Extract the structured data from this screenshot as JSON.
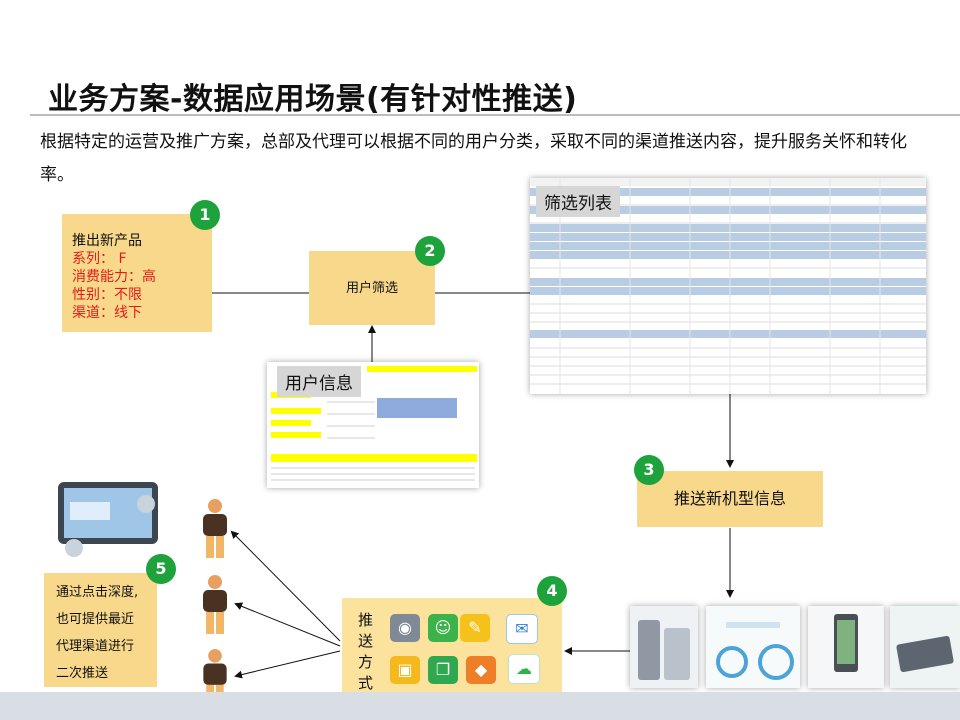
{
  "title": "业务方案-数据应用场景(有针对性推送)",
  "intro": "根据特定的运营及推广方案，总部及代理可以根据不同的用户分类，采取不同的渠道推送内容，提升服务关怀和转化率。",
  "steps": {
    "s1": "1",
    "s2": "2",
    "s3": "3",
    "s4": "4",
    "s5": "5"
  },
  "product": {
    "heading": "推出新产品",
    "lines": [
      "系列：  F",
      "消费能力：高",
      "性别：不限",
      "渠道：线下"
    ]
  },
  "filter": {
    "label": "用户筛选"
  },
  "filter_list": {
    "label": "筛选列表"
  },
  "user_info": {
    "label": "用户信息"
  },
  "push_info": {
    "label": "推送新机型信息"
  },
  "push_method": {
    "label": "推送方式"
  },
  "note": {
    "lines": [
      "通过点击深度,",
      "也可提供最近",
      "代理渠道进行",
      "二次推送"
    ]
  },
  "colors": {
    "step_badge": "#1ea23b",
    "box_fill": "#f8d88a",
    "highlight_text": "#e31b1b",
    "table_highlight": "#b8cce4",
    "sheet_yellow": "#ffff00"
  },
  "icons": [
    "gamepad-icon",
    "people-app-icon",
    "paint-icon",
    "mail-icon",
    "box-app-icon",
    "clip-app-icon",
    "orange-app-icon",
    "wechat-icon"
  ]
}
